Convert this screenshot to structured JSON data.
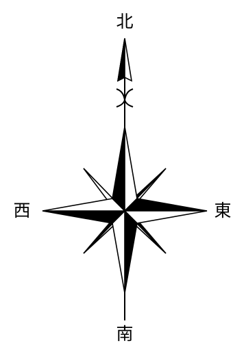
{
  "compass": {
    "north": "北",
    "south": "南",
    "west": "西",
    "east": "東"
  },
  "colors": {
    "ink": "#000000",
    "paper": "#ffffff"
  }
}
